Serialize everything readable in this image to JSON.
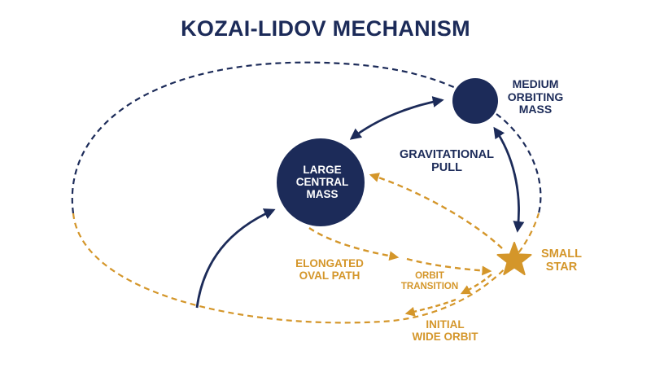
{
  "title": "KOZAI-LIDOV MECHANISM",
  "labels": {
    "large_mass": "LARGE\nCENTRAL\nMASS",
    "medium_mass": "MEDIUM\nORBITING\nMASS",
    "gravitational_pull": "GRAVITATIONAL\nPULL",
    "small_star": "SMALL\nSTAR",
    "elongated_path": "ELONGATED\nOVAL PATH",
    "orbit_transition": "ORBIT\nTRANSITION",
    "initial_orbit": "INITIAL\nWIDE ORBIT"
  },
  "colors": {
    "navy": "#1c2b59",
    "gold": "#d4962a",
    "background": "#ffffff"
  },
  "icons": {
    "small_star": "star-icon"
  }
}
